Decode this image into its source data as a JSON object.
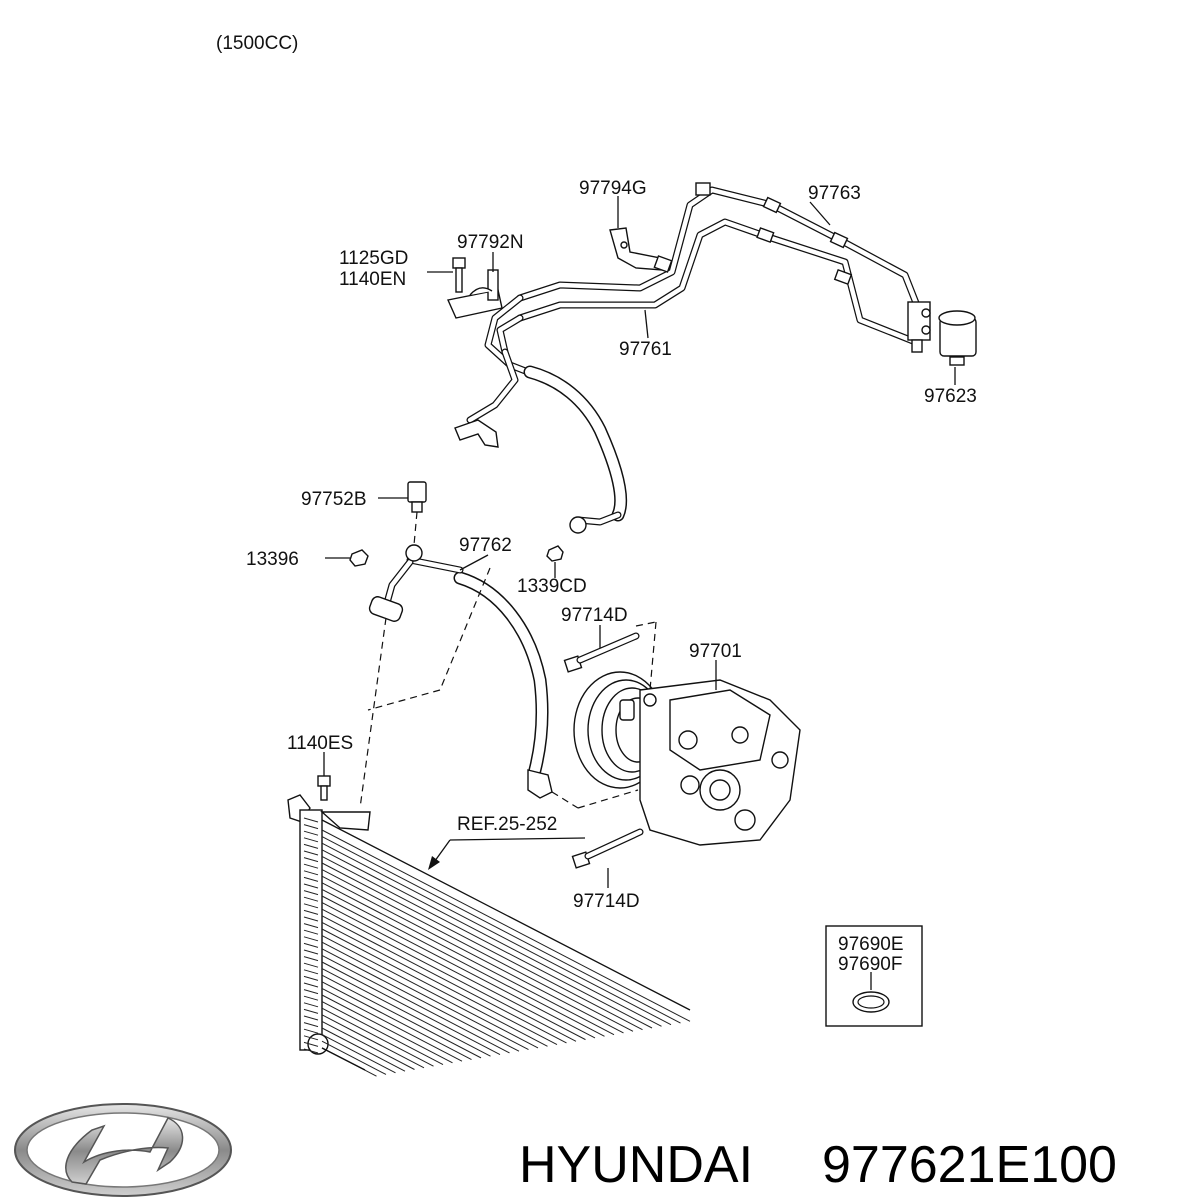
{
  "header": {
    "engine": "(1500CC)"
  },
  "labels": {
    "p97794G": "97794G",
    "p97763": "97763",
    "p1125GD": "1125GD",
    "p1140EN": "1140EN",
    "p97792N": "97792N",
    "p97761": "97761",
    "p97623": "97623",
    "p97752B": "97752B",
    "p13396": "13396",
    "p97762": "97762",
    "p1339CD": "1339CD",
    "p97714D_top": "97714D",
    "p97701": "97701",
    "p1140ES": "1140ES",
    "ref": "REF.25-252",
    "p97714D_bottom": "97714D",
    "p97690E": "97690E",
    "p97690F": "97690F"
  },
  "footer": {
    "brand_logo": "hyundai-logo",
    "brand": "HYUNDAI",
    "part_number": "977621E100"
  }
}
